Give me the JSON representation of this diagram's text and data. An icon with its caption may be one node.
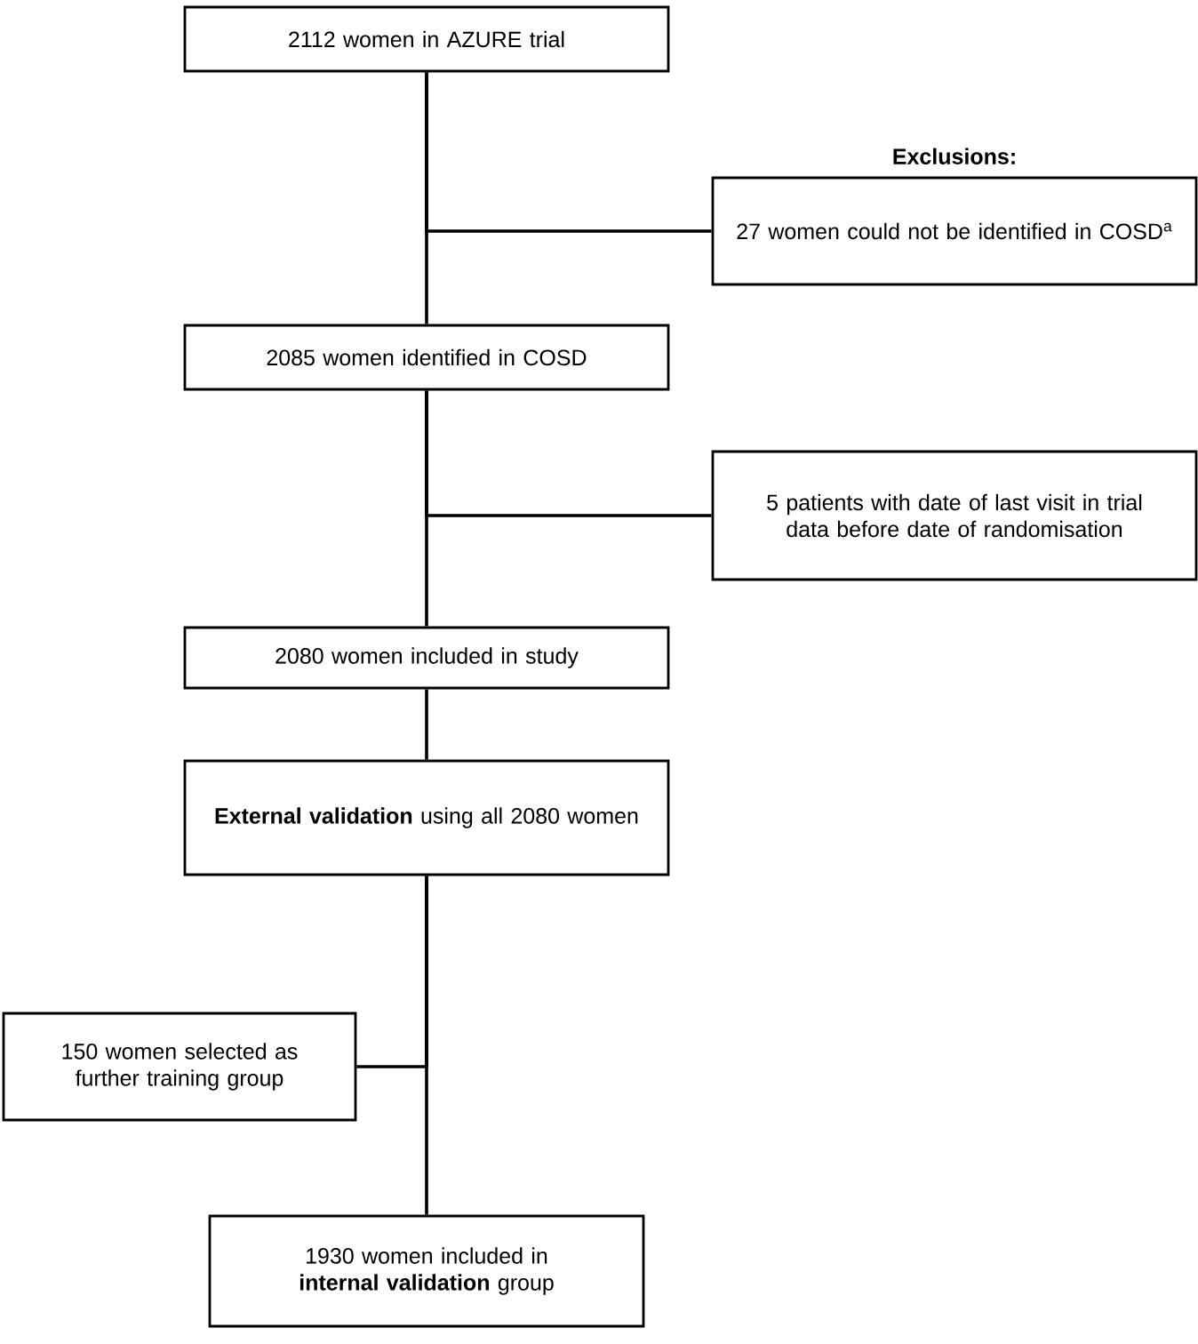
{
  "diagram": {
    "nodes": [
      {
        "text": [
          "2112 women in AZURE trial"
        ]
      },
      {
        "text": [
          "Exclusions:",
          "27 women could not be identified in COSD$^{a}$"
        ]
      },
      {
        "text": [
          "2085 women identified in COSD"
        ]
      },
      {
        "text": [
          "5 patients with date of last visit in trial data before date of randomisation"
        ]
      },
      {
        "text": [
          "2080 women included in study"
        ]
      },
      {
        "text": [
          "**External validation** using all 2080 women"
        ]
      },
      {
        "text": [
          "150 women selected as further training group"
        ]
      },
      {
        "text": [
          "1930 women included in **internal validation** group"
        ]
      }
    ],
    "edges": [
      {
        "from": 0,
        "to": 2,
        "arrow": "none"
      },
      {
        "from": 0,
        "to": 1,
        "arrow": "none"
      },
      {
        "from": 2,
        "to": 4,
        "arrow": "none"
      },
      {
        "from": 2,
        "to": 3,
        "arrow": "none"
      },
      {
        "from": 4,
        "to": 5,
        "arrow": "none"
      },
      {
        "from": 5,
        "to": 7,
        "arrow": "none"
      },
      {
        "from": 5,
        "to": 6,
        "arrow": "none"
      }
    ]
  }
}
